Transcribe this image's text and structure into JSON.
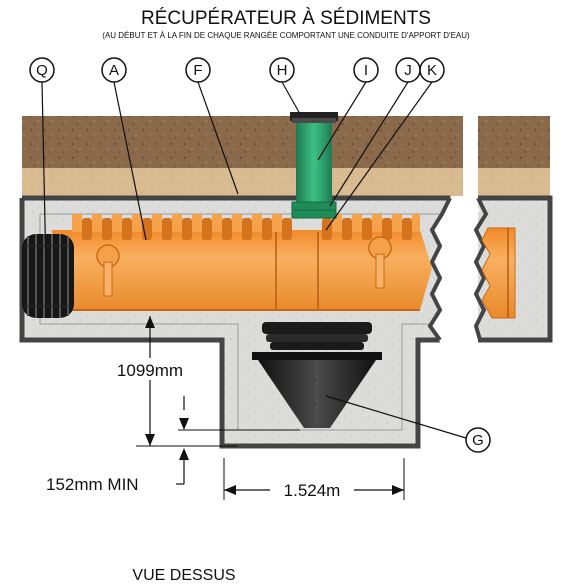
{
  "title": "RÉCUPÉRATEUR À SÉDIMENTS",
  "subtitle": "(AU DÉBUT ET À LA FIN DE CHAQUE RANGÉE COMPORTANT UNE CONDUITE D'APPORT D'EAU)",
  "callouts": [
    "Q",
    "A",
    "F",
    "H",
    "I",
    "J",
    "K",
    "G"
  ],
  "dimensions": {
    "depth": "1099mm",
    "min_clearance": "152mm MIN",
    "width": "1.524m"
  },
  "view_label": "VUE DESSUS",
  "colors": {
    "soil": "#8a6a4a",
    "sand": "#d8b98e",
    "concrete": "#d8d8d6",
    "concrete_edge": "#444444",
    "chamber_orange": "#f6a24a",
    "riser_green": "#2fa46f",
    "black_pipe": "#1c1c1c"
  }
}
